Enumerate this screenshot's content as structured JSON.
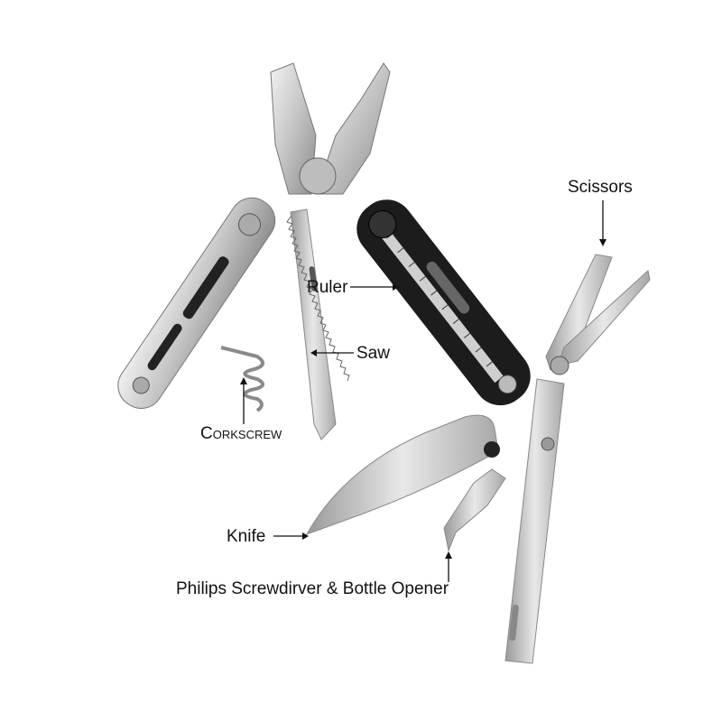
{
  "labels": {
    "scissors": "Scissors",
    "ruler": "Ruler",
    "saw": "Saw",
    "corkscrew": "Corkscrew",
    "knife": "Knife",
    "screwdriver": "Philips Screwdirver & Bottle Opener"
  },
  "colors": {
    "steel": "#c9c9c9",
    "handle_black": "#1c1c1c",
    "text": "#111111"
  }
}
